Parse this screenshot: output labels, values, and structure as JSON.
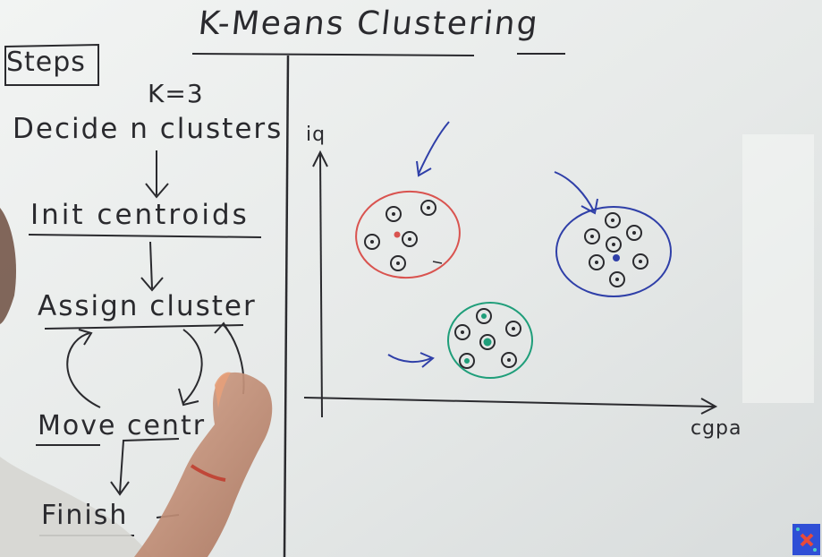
{
  "board": {
    "title": "K-Means Clustering",
    "steps_label": "Steps",
    "k_value": "K=3",
    "step_1": "Decide n clusters",
    "step_2": "Init centroids",
    "step_3": "Assign cluster",
    "step_4": "Move centr",
    "step_5": "Finish"
  },
  "axes": {
    "y_label": "iq",
    "x_label": "cgpa"
  },
  "colors": {
    "marker_dark": "#2a2a2e",
    "cluster_red": "#d9534f",
    "cluster_blue": "#2f3fa8",
    "cluster_green": "#1f9e7a",
    "hand_skin": "#b9846a",
    "logo_blue": "#2f4fd6"
  },
  "icons": [
    "flow-arrow-down-icon",
    "cycle-arrow-icon",
    "centroid-arrow-icon",
    "logo-icon"
  ]
}
